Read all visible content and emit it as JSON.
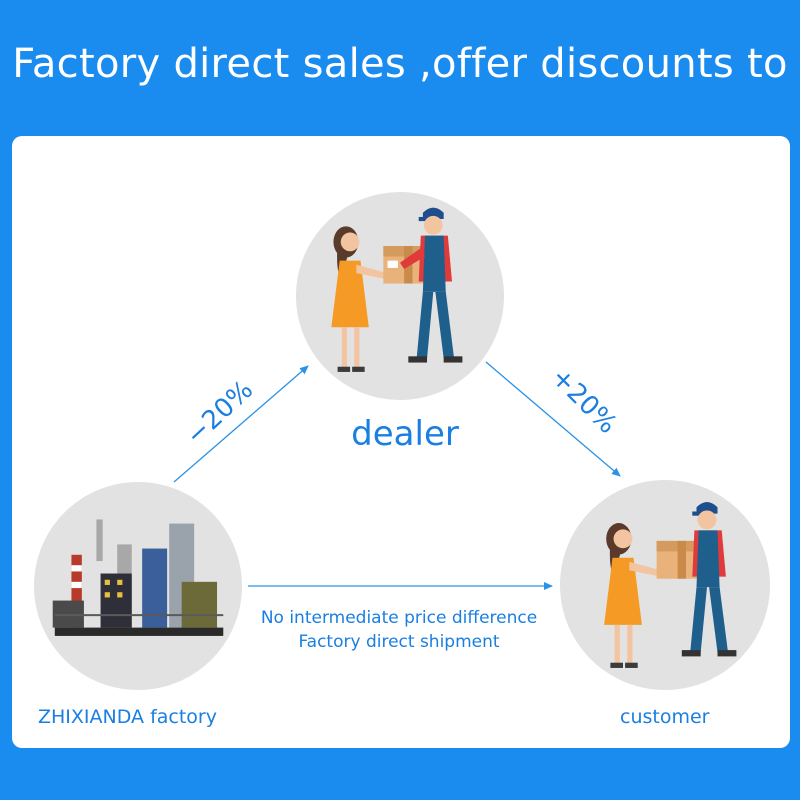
{
  "header": {
    "title": "Factory direct sales ,offer discounts to"
  },
  "nodes": {
    "dealer": {
      "label": "dealer"
    },
    "factory": {
      "label": "ZHIXIANDA factory"
    },
    "customer": {
      "label": "customer"
    }
  },
  "edges": {
    "factory_to_dealer": {
      "label": "−20%"
    },
    "dealer_to_customer": {
      "label": "+20%"
    },
    "factory_to_customer": {
      "line1": "No intermediate price difference",
      "line2": "Factory direct shipment"
    }
  },
  "colors": {
    "background": "#1a8cf0",
    "accent": "#1a7fe0",
    "circle": "#e2e2e2",
    "card": "#ffffff"
  }
}
